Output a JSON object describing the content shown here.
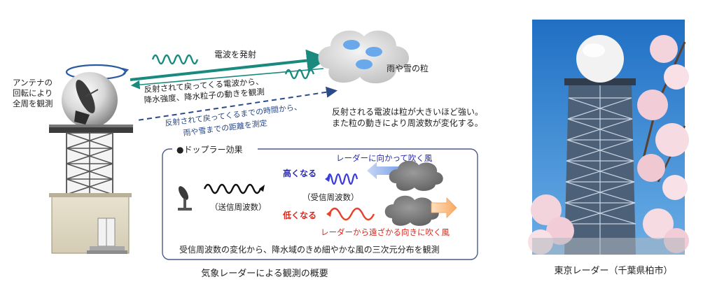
{
  "antenna_label": [
    "アンテナの",
    "回転により",
    "全周を観測"
  ],
  "emit_label": "電波を発射",
  "particles_label": "雨や雪の粒",
  "reflect_label": [
    "反射されて戻ってくる電波から、",
    "降水強度、降水粒子の動きを観測"
  ],
  "time_label": [
    "反射されて戻ってくるまでの時間から、",
    "雨や雪までの距離を測定"
  ],
  "reflect_note": [
    "反射される電波は粒が大きいほど強い。",
    "また粒の動きにより周波数が変化する。"
  ],
  "doppler": {
    "title": "●ドップラー効果",
    "toward_wind": "レーダーに向かって吹く風",
    "higher": "高くなる",
    "received_freq": "（受信周波数）",
    "transmit_freq": "（送信周波数）",
    "lower": "低くなる",
    "away_wind": "レーダーから遠ざかる向きに吹く風",
    "summary": "受信周波数の変化から、降水域のきめ細やかな風の三次元分布を観測"
  },
  "diagram_caption": "気象レーダーによる観測の概要",
  "photo_caption": "東京レーダー（千葉県柏市）",
  "colors": {
    "teal": "#1a8a7e",
    "navy": "#2a4a8a",
    "blue_wave": "#3a3adb",
    "red_wave": "#e8402a",
    "blue_label": "#2a2ab0",
    "red_label": "#d8281e",
    "box_border": "#4a5a8a"
  }
}
